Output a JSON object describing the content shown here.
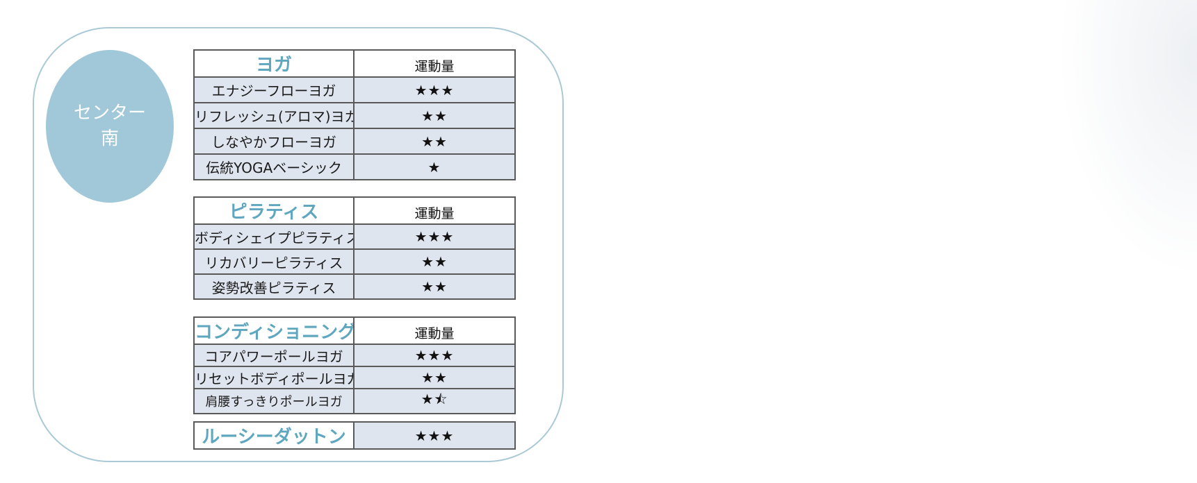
{
  "center_badge": {
    "label": "センター\n南"
  },
  "yoga": {
    "title": "ヨガ",
    "header": "運動量",
    "rows": [
      {
        "name": "エナジーフローヨガ",
        "level": "★★★"
      },
      {
        "name": "リフレッシュ(アロマ)ヨガ",
        "level": "★★"
      },
      {
        "name": "しなやかフローヨガ",
        "level": "★★"
      },
      {
        "name": "伝統YOGAベーシック",
        "level": "★"
      }
    ]
  },
  "pilates": {
    "title": "ピラティス",
    "header": "運動量",
    "rows": [
      {
        "name": "ボディシェイプピラティス",
        "level": "★★★"
      },
      {
        "name": "リカバリーピラティス",
        "level": "★★"
      },
      {
        "name": "姿勢改善ピラティス",
        "level": "★★"
      }
    ]
  },
  "conditioning": {
    "title": "コンディショニング",
    "header": "運動量",
    "rows": [
      {
        "name": "コアパワーポールヨガ",
        "level": "★★★"
      },
      {
        "name": "リセットボディポールヨガ",
        "level": "★★"
      },
      {
        "name": "肩腰すっきりポールヨガ",
        "level": "★⯪"
      }
    ]
  },
  "lucy": {
    "title": "ルーシーダットン",
    "level": "★★★"
  }
}
